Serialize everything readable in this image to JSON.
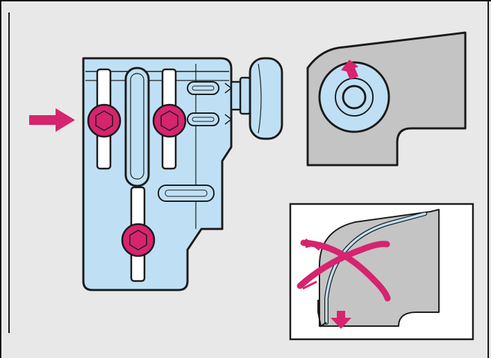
{
  "colors": {
    "background": "#e8e8e8",
    "frame": "#111111",
    "part_fill": "#bfe0f4",
    "part_stroke": "#1a1a1a",
    "accent_magenta": "#d6246e",
    "gray_body": "#c4c4c4",
    "inset_bg": "#ffffff"
  },
  "panels": [
    {
      "id": "needle-bar-bracket",
      "icons": [
        "arrow-right-icon",
        "hex-screw-icon",
        "slot-icon",
        "adjustment-knob-icon"
      ]
    },
    {
      "id": "arm-hole-detail",
      "icons": [
        "arrow-up-icon",
        "shaft-hole-icon"
      ]
    },
    {
      "id": "thread-guide-wrong",
      "icons": [
        "cross-icon",
        "arrow-down-icon",
        "wire-guide-icon"
      ]
    }
  ]
}
